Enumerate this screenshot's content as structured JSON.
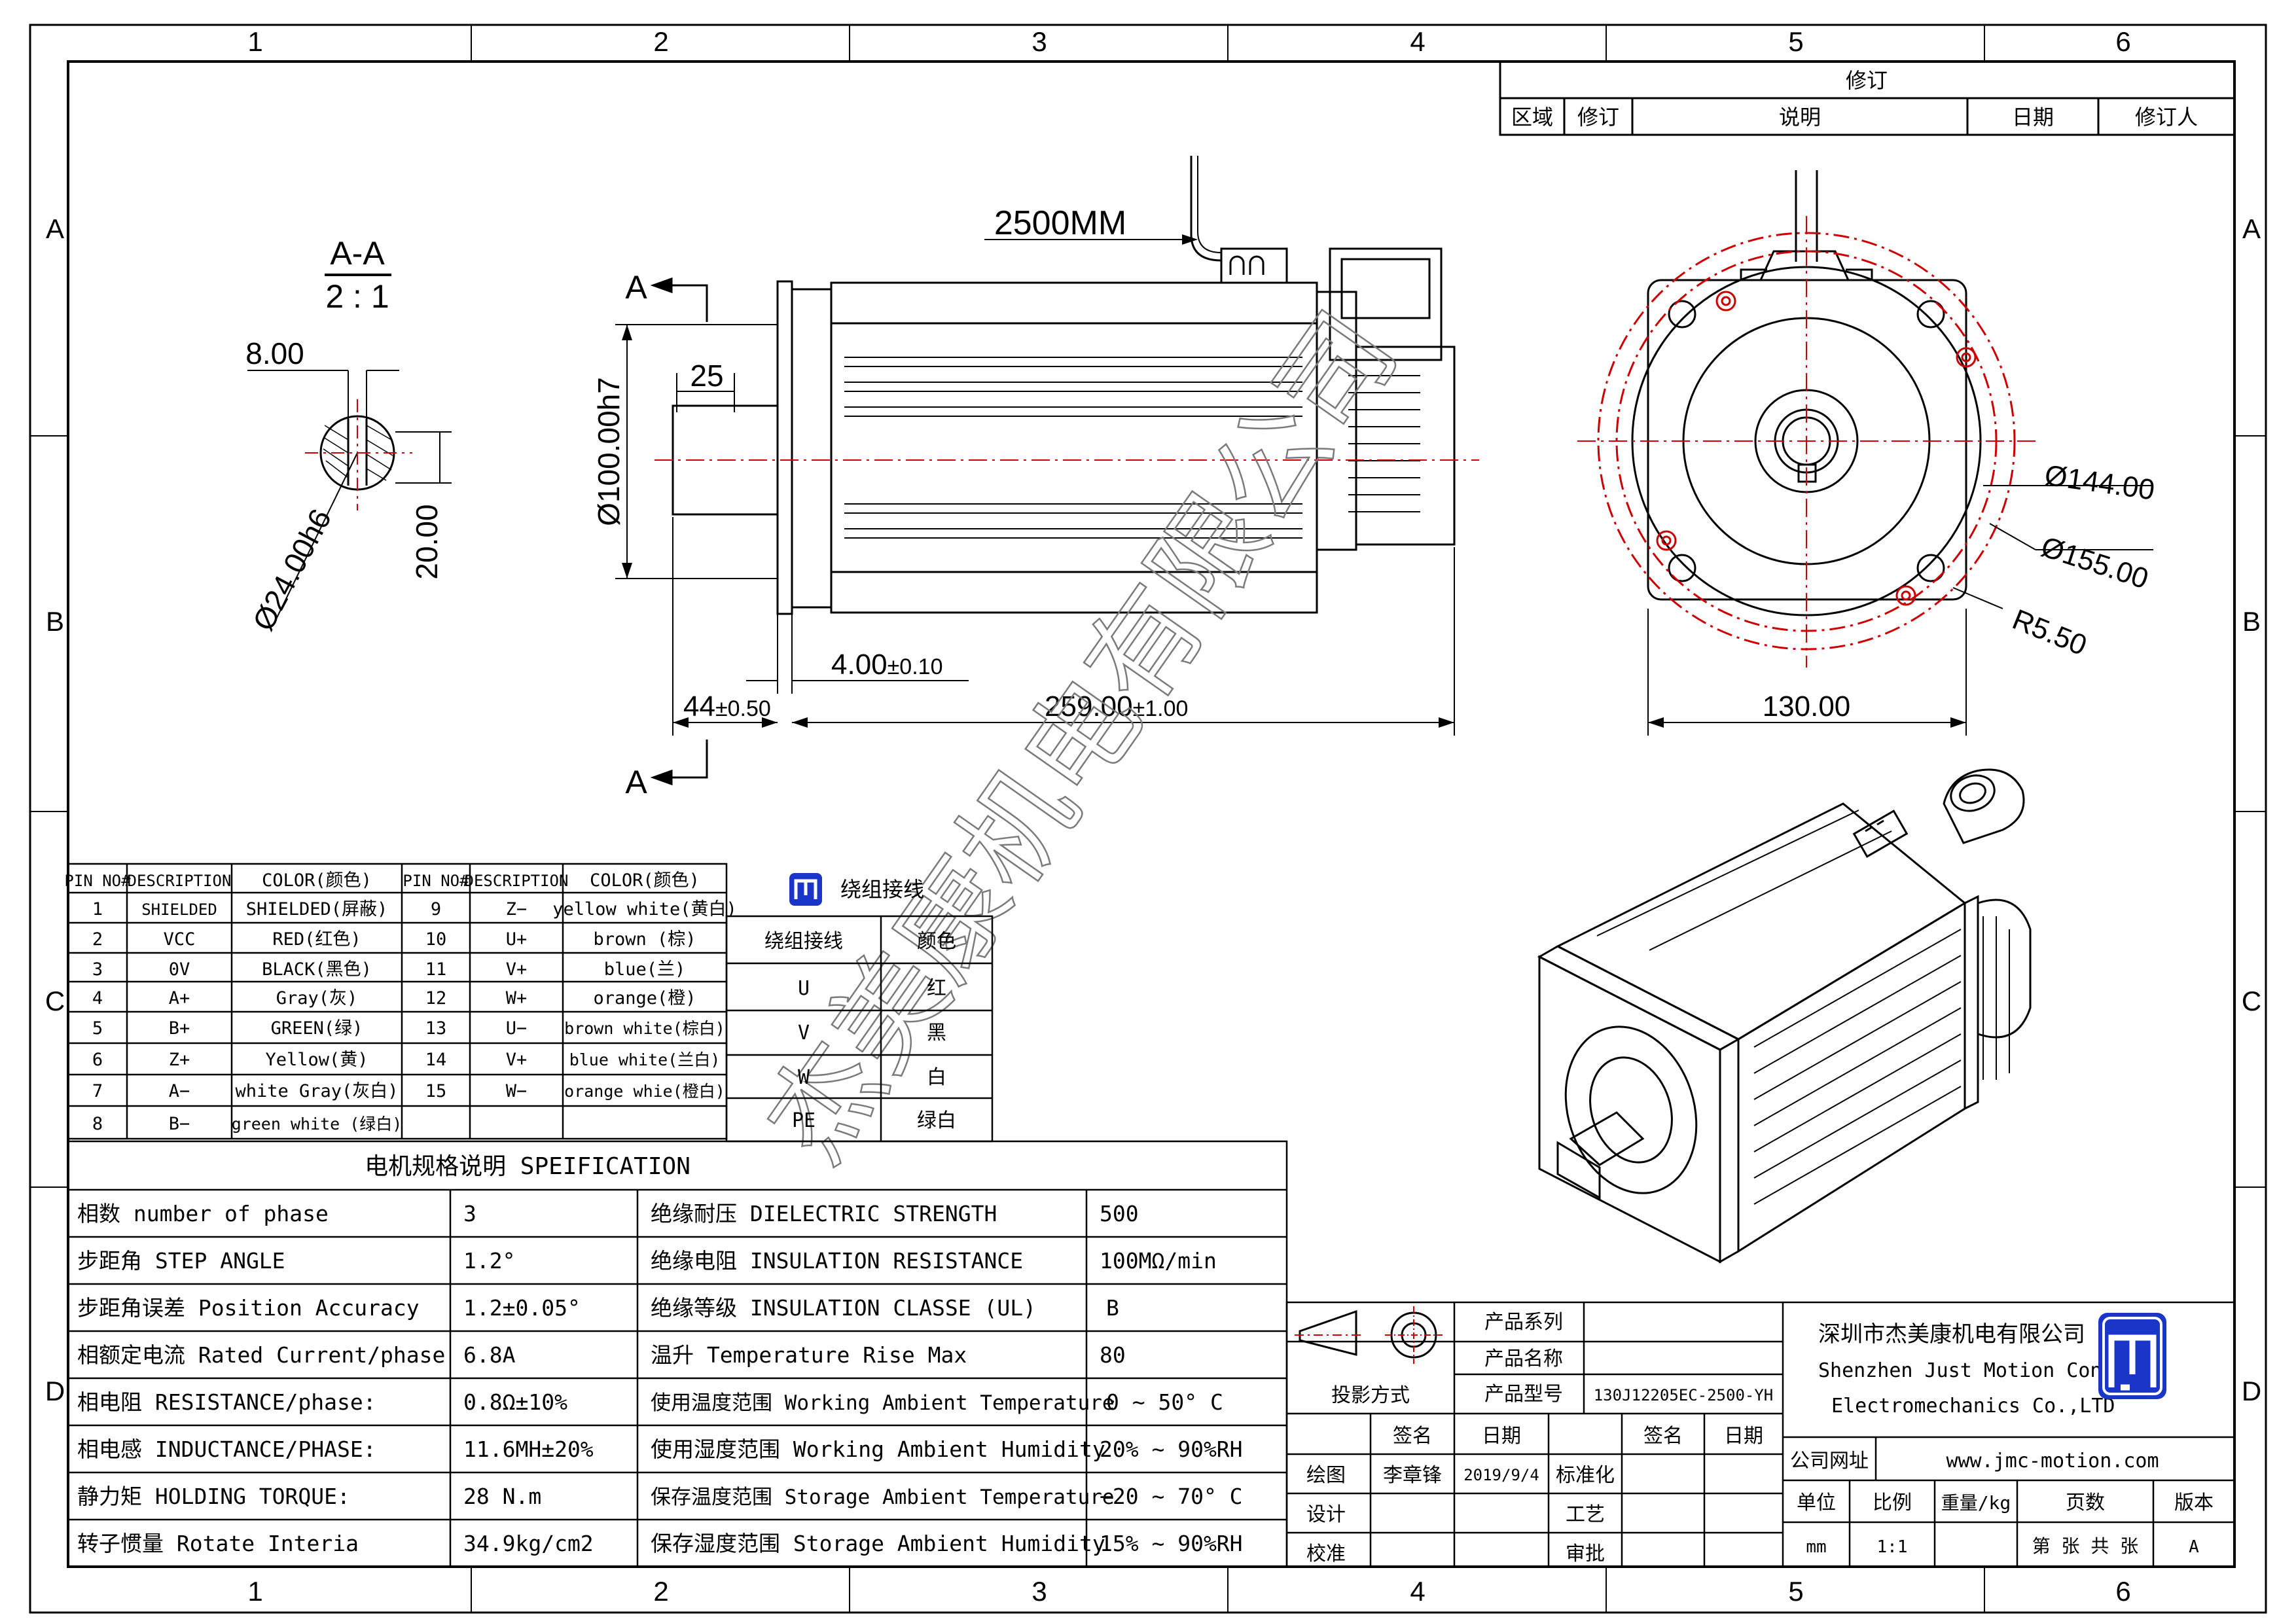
{
  "frame": {
    "col_labels": [
      "1",
      "2",
      "3",
      "4",
      "5",
      "6"
    ],
    "row_labels": [
      "A",
      "B",
      "C",
      "D"
    ]
  },
  "revision": {
    "title": "修订",
    "headers": [
      "区域",
      "修订",
      "说明",
      "日期",
      "修订人"
    ]
  },
  "section_view": {
    "title": "A-A",
    "scale": "2 : 1",
    "dims": {
      "key_width": "8.00",
      "key_depth": "20.00",
      "shaft_dia": "Ø24.00h6"
    }
  },
  "side_view": {
    "cable_length": "2500MM",
    "section_mark": "A",
    "dims": {
      "flange_dia": "Ø100.00h7",
      "key_length": "25",
      "shoulder": "4.00",
      "shoulder_tol": "±0.10",
      "shaft_len": "44",
      "shaft_len_tol": "±0.50",
      "body_len": "259.00",
      "body_len_tol": "±1.00"
    }
  },
  "front_view": {
    "dims": {
      "pcd_inner": "Ø144.00",
      "pcd_outer": "Ø155.00",
      "hole_radius": "R5.50",
      "flange_width": "130.00"
    }
  },
  "watermark": "杰美康机电有限公司",
  "pin_table": {
    "headers": [
      "PIN NO#",
      "DESCRIPTION",
      "COLOR(颜色)",
      "PIN NO#",
      "DESCRIPTION",
      "COLOR(颜色)"
    ],
    "rows": [
      [
        "1",
        "SHIELDED",
        "SHIELDED(屏蔽)",
        "9",
        "Z−",
        "yellow white(黄白)"
      ],
      [
        "2",
        "VCC",
        "RED(红色)",
        "10",
        "U+",
        "brown (棕)"
      ],
      [
        "3",
        "0V",
        "BLACK(黑色)",
        "11",
        "V+",
        "blue(兰)"
      ],
      [
        "4",
        "A+",
        "Gray(灰)",
        "12",
        "W+",
        "orange(橙)"
      ],
      [
        "5",
        "B+",
        "GREEN(绿)",
        "13",
        "U−",
        "brown white(棕白)"
      ],
      [
        "6",
        "Z+",
        "Yellow(黄)",
        "14",
        "V+",
        "blue white(兰白)"
      ],
      [
        "7",
        "A−",
        "white Gray(灰白)",
        "15",
        "W−",
        "orange whie(橙白)"
      ],
      [
        "8",
        "B−",
        "green white (绿白)",
        "",
        "",
        " "
      ]
    ]
  },
  "winding": {
    "title": "绕组接线",
    "headers": [
      "绕组接线",
      "颜色"
    ],
    "rows": [
      [
        "U",
        "红"
      ],
      [
        "V",
        "黑"
      ],
      [
        "W",
        "白"
      ],
      [
        "PE",
        "绿白"
      ]
    ]
  },
  "spec": {
    "title": "电机规格说明 SPEIFICATION",
    "rows": [
      [
        "相数 number of phase",
        "3",
        "绝缘耐压 DIELECTRIC STRENGTH",
        "500"
      ],
      [
        "步距角 STEP ANGLE",
        "1.2°",
        "绝缘电阻 INSULATION RESISTANCE",
        "100MΩ/min"
      ],
      [
        "步距角误差 Position Accuracy",
        "1.2±0.05°",
        "绝缘等级 INSULATION CLASSE (UL)",
        "B"
      ],
      [
        "相额定电流 Rated Current/phase",
        "6.8A",
        "温升 Temperature Rise Max",
        "80"
      ],
      [
        "相电阻 RESISTANCE/phase:",
        "0.8Ω±10%",
        "使用温度范围 Working Ambient Temperature",
        "0 ~ 50° C"
      ],
      [
        "相电感 INDUCTANCE/PHASE:",
        "11.6MH±20%",
        "使用湿度范围 Working Ambient Humidity",
        "20% ~ 90%RH"
      ],
      [
        "静力矩 HOLDING TORQUE:",
        "28 N.m",
        "保存温度范围 Storage Ambient Temperature",
        "−20 ~ 70° C"
      ],
      [
        "转子惯量 Rotate Interia",
        "34.9kg/cm2",
        "保存湿度范围 Storage Ambient Humidity",
        "15% ~ 90%RH"
      ]
    ]
  },
  "title_block": {
    "projection": "投影方式",
    "series_label": "产品系列",
    "name_label": "产品名称",
    "model_label": "产品型号",
    "model_value": "130J12205EC-2500-YH",
    "sign_label": "签名",
    "date_label": "日期",
    "sign_label2": "签名",
    "date_label2": "日期",
    "draw_label": "绘图",
    "drawer": "李章锋",
    "draw_date": "2019/9/4",
    "standard_label": "标准化",
    "design_label": "设计",
    "process_label": "工艺",
    "check_label": "校准",
    "approve_label": "审批",
    "company_cn": "深圳市杰美康机电有限公司",
    "company_en1": "Shenzhen Just Motion Control",
    "company_en2": "Electromechanics Co.,LTD",
    "website_label": "公司网址",
    "website": "www.jmc-motion.com",
    "unit_label": "单位",
    "scale_label": "比例",
    "weight_label": "重量/kg",
    "pages_label": "页数",
    "version_label": "版本",
    "unit_value": "mm",
    "scale_value": "1:1",
    "pages_value": "第 张 共 张",
    "version_value": "A"
  }
}
